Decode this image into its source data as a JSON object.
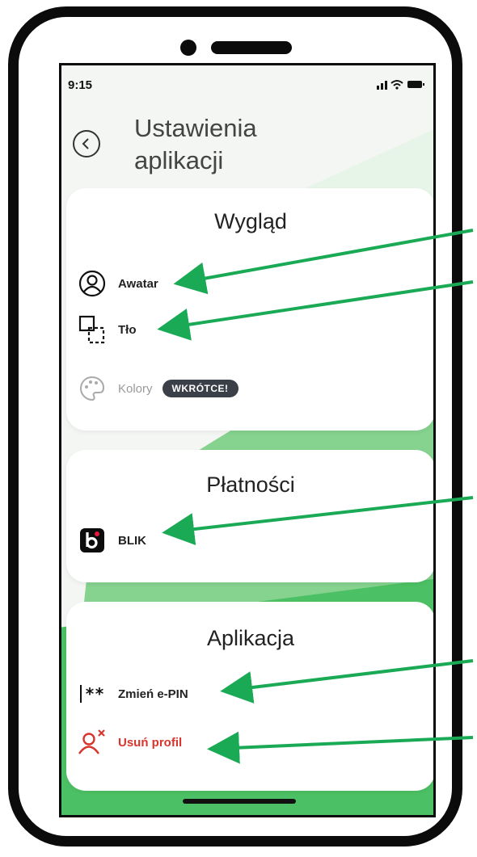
{
  "status_bar": {
    "time": "9:15"
  },
  "header": {
    "title": "Ustawienia aplikacji"
  },
  "sections": {
    "wyglad": {
      "title": "Wygląd",
      "items": [
        {
          "label": "Awatar",
          "icon": "avatar-icon"
        },
        {
          "label": "Tło",
          "icon": "background-icon"
        },
        {
          "label": "Kolory",
          "icon": "palette-icon",
          "badge": "WKRÓTCE!",
          "disabled": true
        }
      ]
    },
    "platnosci": {
      "title": "Płatności",
      "items": [
        {
          "label": "BLIK",
          "icon": "blik-logo"
        }
      ]
    },
    "aplikacja": {
      "title": "Aplikacja",
      "items": [
        {
          "label": "Zmień e-PIN",
          "icon": "pin-icon",
          "icon_text": "**"
        },
        {
          "label": "Usuń profil",
          "icon": "remove-user-icon",
          "danger": true
        }
      ]
    }
  },
  "colors": {
    "accent_green": "#4cc064",
    "arrow_green": "#1aaa55",
    "danger_red": "#d8342b",
    "badge_bg": "#3a3f48"
  }
}
